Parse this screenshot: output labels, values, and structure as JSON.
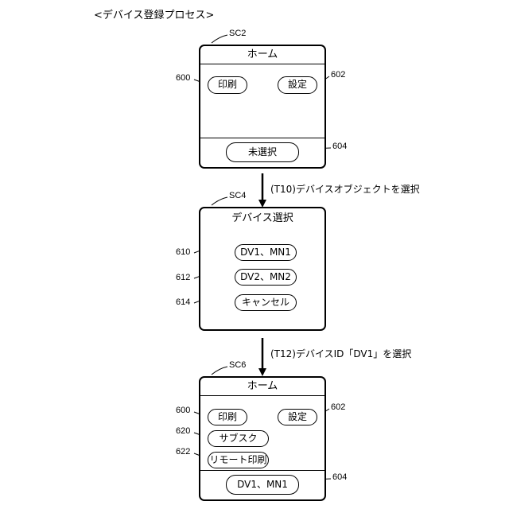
{
  "title": "<デバイス登録プロセス>",
  "screens": {
    "sc2": {
      "tag": "SC2",
      "header": "ホーム",
      "print_button": "印刷",
      "settings_button": "設定",
      "device_button": "未選択",
      "refs": {
        "print": "600",
        "settings": "602",
        "device": "604"
      }
    },
    "sc4": {
      "tag": "SC4",
      "header": "デバイス選択",
      "options": [
        "DV1、MN1",
        "DV2、MN2",
        "キャンセル"
      ],
      "refs": [
        "610",
        "612",
        "614"
      ]
    },
    "sc6": {
      "tag": "SC6",
      "header": "ホーム",
      "print_button": "印刷",
      "settings_button": "設定",
      "subscribe_button": "サブスク",
      "remote_print_button": "リモート印刷",
      "device_button": "DV1、MN1",
      "refs": {
        "print": "600",
        "settings": "602",
        "subscribe": "620",
        "remote_print": "622",
        "device": "604"
      }
    }
  },
  "transitions": {
    "t10": "(T10)デバイスオブジェクトを選択",
    "t12": "(T12)デバイスID「DV1」を選択"
  }
}
